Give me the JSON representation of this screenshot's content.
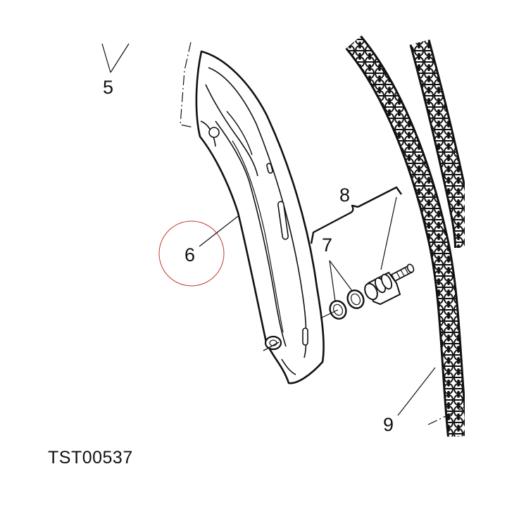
{
  "diagram": {
    "callouts": {
      "c5": "5",
      "c6": "6",
      "c7": "7",
      "c8": "8",
      "c9": "9"
    },
    "reference_code": "TST00537",
    "highlight_color": "#c0392b"
  }
}
